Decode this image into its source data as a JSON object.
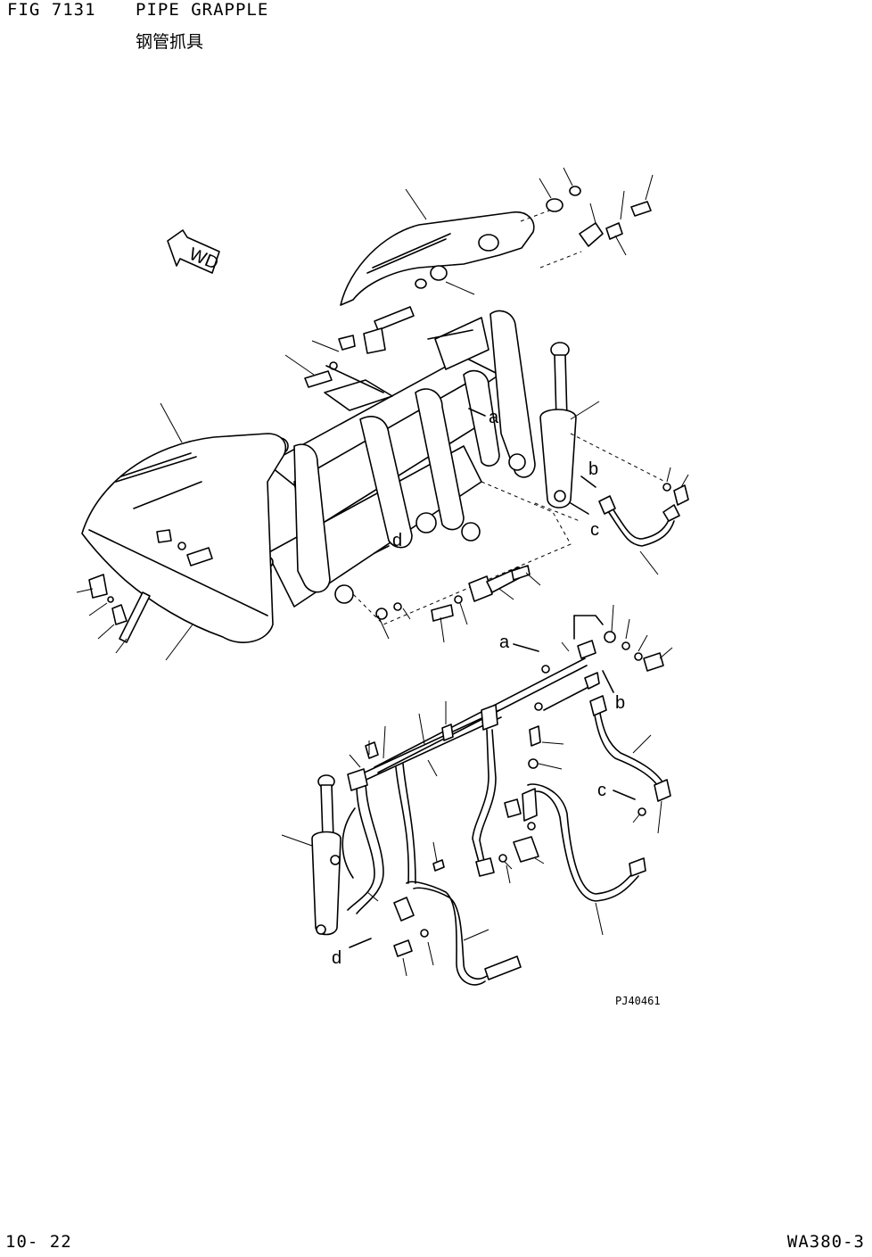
{
  "header": {
    "fig_number": "FIG 7131",
    "title": "PIPE GRAPPLE",
    "subtitle": "钢管抓具"
  },
  "diagram": {
    "direction_mark": "WD",
    "ref_labels": {
      "a1": "a",
      "b1": "b",
      "c1": "c",
      "d1": "d",
      "a2": "a",
      "b2": "b",
      "c2": "c",
      "d2": "d"
    },
    "drawing_code": "PJ40461"
  },
  "footer": {
    "page_number": "10- 22",
    "model": "WA380-3"
  }
}
